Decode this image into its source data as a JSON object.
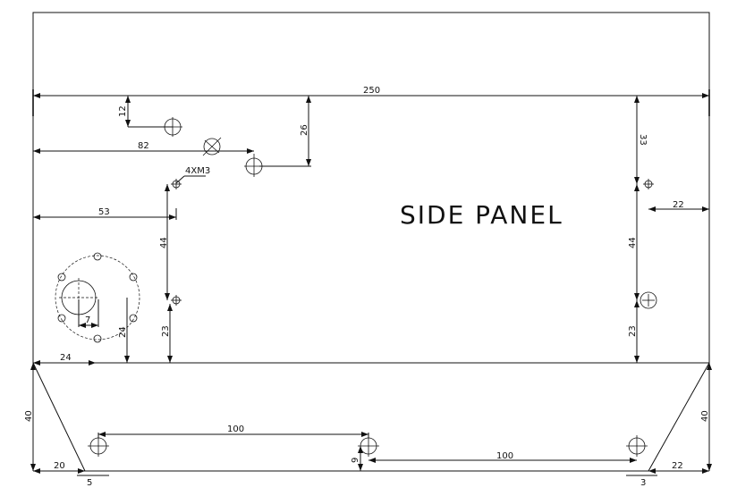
{
  "title": "SIDE PANEL",
  "callout": "4XM3",
  "dims": {
    "overall_width": "250",
    "top_hole_v": "12",
    "hole_h": "82",
    "right_hole_v": "26",
    "mount_h": "53",
    "mount_v_spacing": "44",
    "mount_v_bottom": "23",
    "flange_offset": "7",
    "flange_v": "24",
    "flange_h": "24",
    "right_top_v": "33",
    "right_h": "22",
    "right_v_spacing": "44",
    "right_v_bottom": "23",
    "left_height": "40",
    "right_height": "40",
    "bottom_spacing_1": "100",
    "bottom_spacing_2": "100",
    "bottom_hole_v": "9",
    "left_bottom_h": "20",
    "left_bottom_offset": "5",
    "right_bottom_h": "22",
    "right_bottom_offset": "3"
  }
}
